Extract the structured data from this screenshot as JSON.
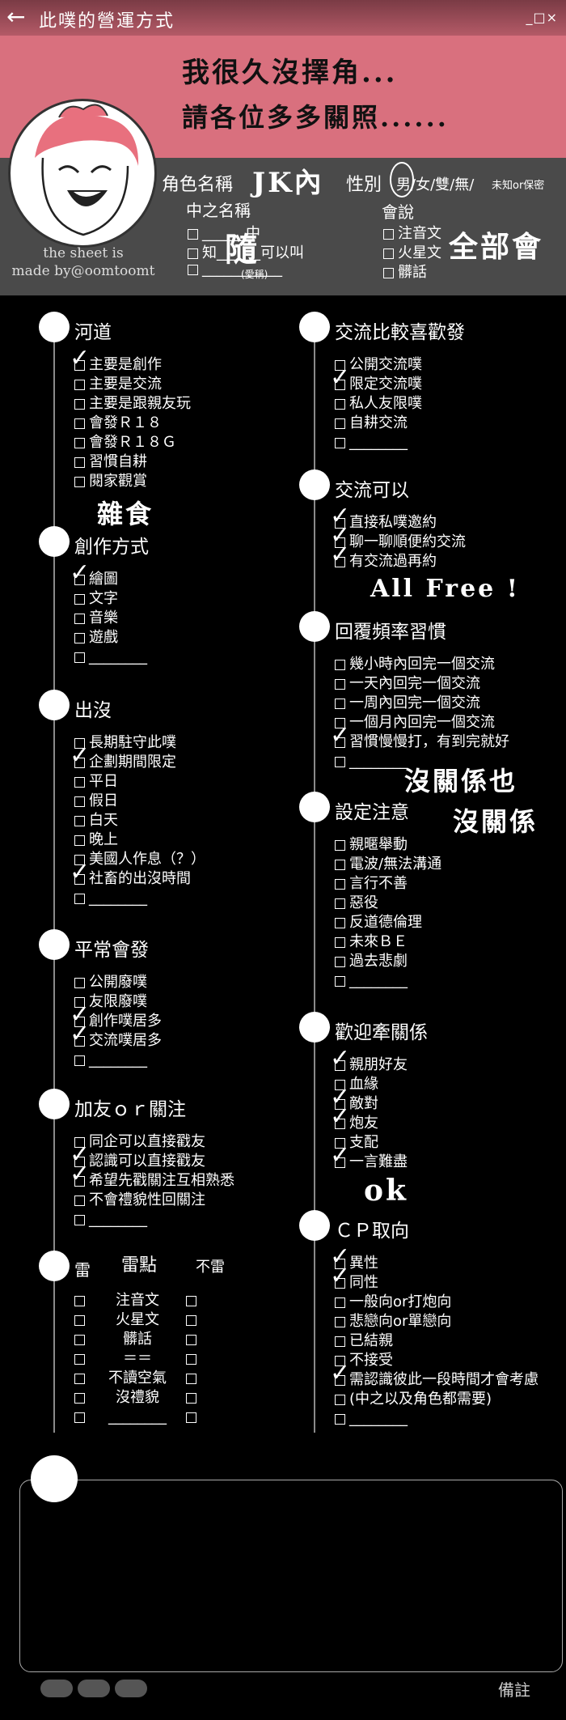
{
  "titlebar": {
    "back_label": "←",
    "title": "此噗的營運方式",
    "window_controls": "_□×"
  },
  "header": {
    "handwritten_line1": "我很久沒擇角...",
    "handwritten_line2": "請各位多多關照......"
  },
  "credit": {
    "line1": "the sheet is",
    "line2": "made by@oomtoomt"
  },
  "profile": {
    "char_name_label": "角色名稱",
    "char_name_value": "JK內",
    "cn_name_label": "中之名稱",
    "cn_name_value": "隨",
    "cn_opt1": "中",
    "cn_opt2_a": "知",
    "cn_opt2_b": "可以叫",
    "cn_opt3_note": "(愛稱)",
    "gender_label": "性別",
    "gender_options": "男/女/雙/無/",
    "gender_unknown": "未知or保密",
    "lang_label": "會說",
    "lang_opt1": "注音文",
    "lang_opt2": "火星文",
    "lang_opt3": "髒話",
    "lang_hand": "全部會"
  },
  "sections": {
    "river": {
      "title": "河道",
      "items": [
        "主要是創作",
        "主要是交流",
        "主要是跟親友玩",
        "會發Ｒ１８",
        "會發Ｒ１８Ｇ",
        "習慣自耕",
        "閱家觀賞"
      ],
      "hand": "雜食"
    },
    "create": {
      "title": "創作方式",
      "items": [
        "繪圖",
        "文字",
        "音樂",
        "遊戲"
      ]
    },
    "appear": {
      "title": "出沒",
      "items": [
        "長期駐守此噗",
        "企劃期間限定",
        "平日",
        "假日",
        "白天",
        "晚上",
        "美國人作息（？）",
        "社畜的出沒時間"
      ]
    },
    "usual": {
      "title": "平常會發",
      "items": [
        "公開廢噗",
        "友限廢噗",
        "創作噗居多",
        "交流噗居多"
      ]
    },
    "friend": {
      "title": "加友ｏｒ關注",
      "items": [
        "同企可以直接戳友",
        "認識可以直接戳友",
        "希望先戳關注互相熟悉",
        "不會禮貌性回關注"
      ]
    },
    "mine": {
      "title": "雷",
      "col_title": "雷點",
      "col_right": "不雷",
      "items": [
        "注音文",
        "火星文",
        "髒話",
        "＝＝",
        "不讀空氣",
        "沒禮貌"
      ]
    },
    "exchange": {
      "title": "交流比較喜歡發",
      "items": [
        "公開交流噗",
        "限定交流噗",
        "私人友限噗",
        "自耕交流"
      ]
    },
    "can": {
      "title": "交流可以",
      "items": [
        "直接私噗邀約",
        "聊一聊順便約交流",
        "有交流過再約"
      ],
      "hand": "All Free !"
    },
    "reply": {
      "title": "回覆頻率習慣",
      "items": [
        "幾小時內回完一個交流",
        "一天內回完一個交流",
        "一周內回完一個交流",
        "一個月內回完一個交流",
        "習慣慢慢打，有到完就好"
      ],
      "hand1": "沒關係也",
      "hand2": "沒關係"
    },
    "setting": {
      "title": "設定注意",
      "items": [
        "親暱舉動",
        "電波/無法溝通",
        "言行不善",
        "惡役",
        "反道德倫理",
        "未來ＢＥ",
        "過去悲劇"
      ]
    },
    "welcome": {
      "title": "歡迎牽關係",
      "items": [
        "親朋好友",
        "血緣",
        "敵對",
        "炮友",
        "支配",
        "一言難盡"
      ],
      "hand": "ok"
    },
    "cp": {
      "title": "ＣＰ取向",
      "items": [
        "異性",
        "同性",
        "一般向or打炮向",
        "悲戀向or單戀向",
        "已結親",
        "不接受",
        "需認識彼此一段時間才會考慮",
        "(中之以及角色都需要)"
      ]
    }
  },
  "footer": {
    "remark": "備註"
  }
}
